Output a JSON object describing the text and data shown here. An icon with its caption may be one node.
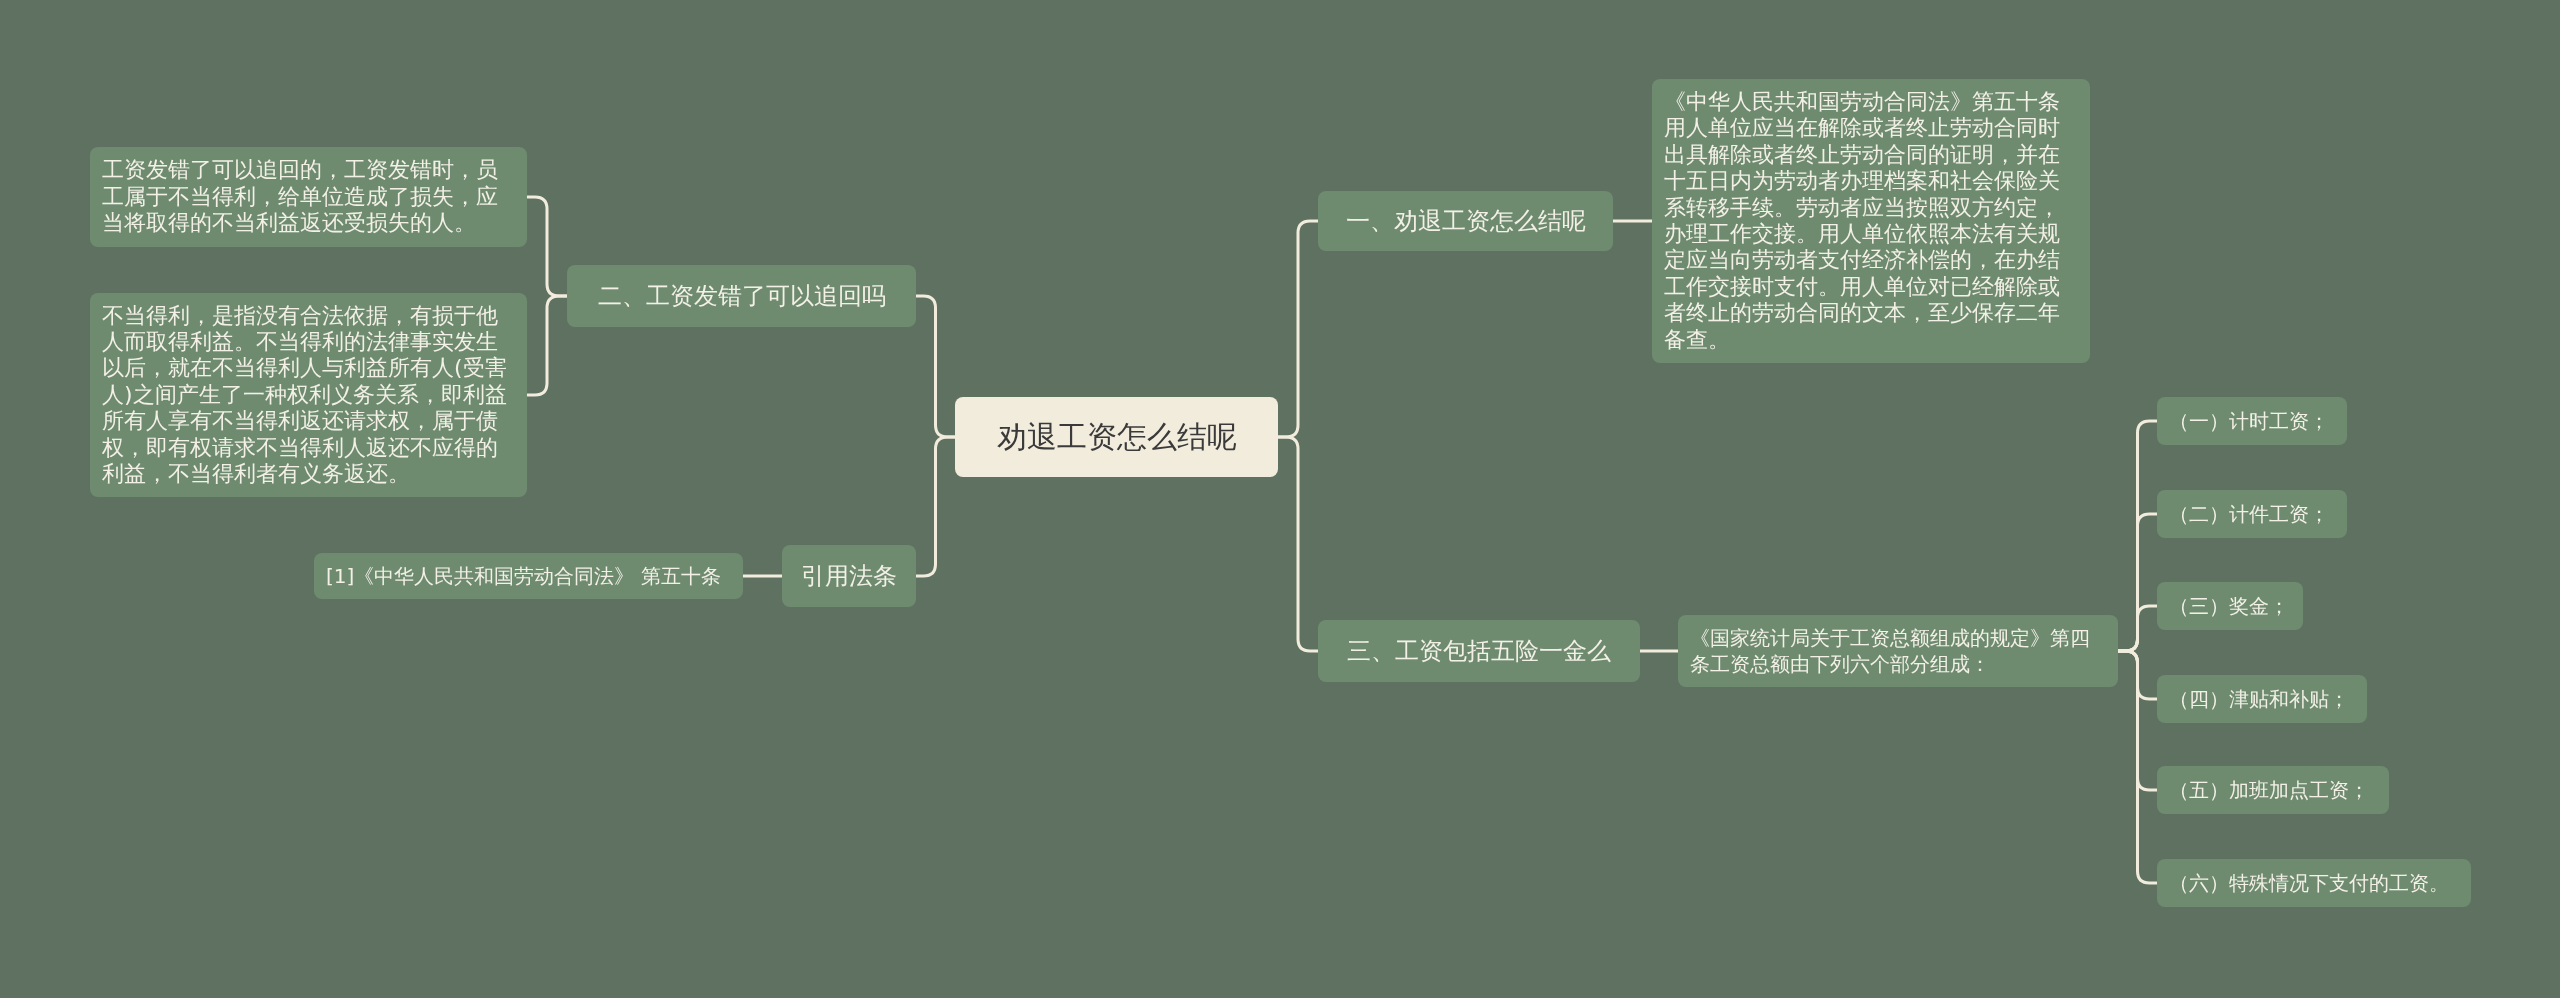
{
  "diagram": {
    "nodes": [
      {
        "text": [
          "劝退工资怎么结呢"
        ]
      },
      {
        "text": [
          "一、劝退工资怎么结呢"
        ]
      },
      {
        "text": [
          "《中华人民共和国劳动合同法》第五十条用人单位应当在解除或者终止劳动合同时出具解除或者终止劳动合同的证明，并在十五日内为劳动者办理档案和社会保险关系转移手续。劳动者应当按照双方约定，办理工作交接。用人单位依照本法有关规定应当向劳动者支付经济补偿的，在办结工作交接时支付。用人单位对已经解除或者终止的劳动合同的文本，至少保存二年备查。"
        ]
      },
      {
        "text": [
          "三、工资包括五险一金么"
        ]
      },
      {
        "text": [
          "《国家统计局关于工资总额组成的规定》第四条工资总额由下列六个部分组成："
        ]
      },
      {
        "text": [
          "（一）计时工资；"
        ]
      },
      {
        "text": [
          "（二）计件工资；"
        ]
      },
      {
        "text": [
          "（三）奖金；"
        ]
      },
      {
        "text": [
          "（四）津贴和补贴；"
        ]
      },
      {
        "text": [
          "（五）加班加点工资；"
        ]
      },
      {
        "text": [
          "（六）特殊情况下支付的工资。"
        ]
      },
      {
        "text": [
          "二、工资发错了可以追回吗"
        ]
      },
      {
        "text": [
          "工资发错了可以追回的，工资发错时，员工属于不当得利，给单位造成了损失，应当将取得的不当利益返还受损失的人。"
        ]
      },
      {
        "text": [
          "不当得利，是指没有合法依据，有损于他人而取得利益。不当得利的法律事实发生以后，就在不当得利人与利益所有人(受害人)之间产生了一种权利义务关系，即利益所有人享有不当得利返还请求权，属于债权，即有权请求不当得利人返还不应得的利益，不当得利者有义务返还。"
        ]
      },
      {
        "text": [
          "引用法条"
        ]
      },
      {
        "text": [
          "[1]《中华人民共和国劳动合同法》 第五十条"
        ]
      }
    ],
    "edges": [
      {
        "from": 0,
        "to": 1,
        "arrow": "none"
      },
      {
        "from": 1,
        "to": 2,
        "arrow": "none"
      },
      {
        "from": 0,
        "to": 3,
        "arrow": "none"
      },
      {
        "from": 3,
        "to": 4,
        "arrow": "none"
      },
      {
        "from": 4,
        "to": 5,
        "arrow": "none"
      },
      {
        "from": 4,
        "to": 6,
        "arrow": "none"
      },
      {
        "from": 4,
        "to": 7,
        "arrow": "none"
      },
      {
        "from": 4,
        "to": 8,
        "arrow": "none"
      },
      {
        "from": 4,
        "to": 9,
        "arrow": "none"
      },
      {
        "from": 4,
        "to": 10,
        "arrow": "none"
      },
      {
        "from": 0,
        "to": 11,
        "arrow": "none"
      },
      {
        "from": 11,
        "to": 12,
        "arrow": "none"
      },
      {
        "from": 11,
        "to": 13,
        "arrow": "none"
      },
      {
        "from": 0,
        "to": 14,
        "arrow": "none"
      },
      {
        "from": 14,
        "to": 15,
        "arrow": "none"
      }
    ]
  }
}
